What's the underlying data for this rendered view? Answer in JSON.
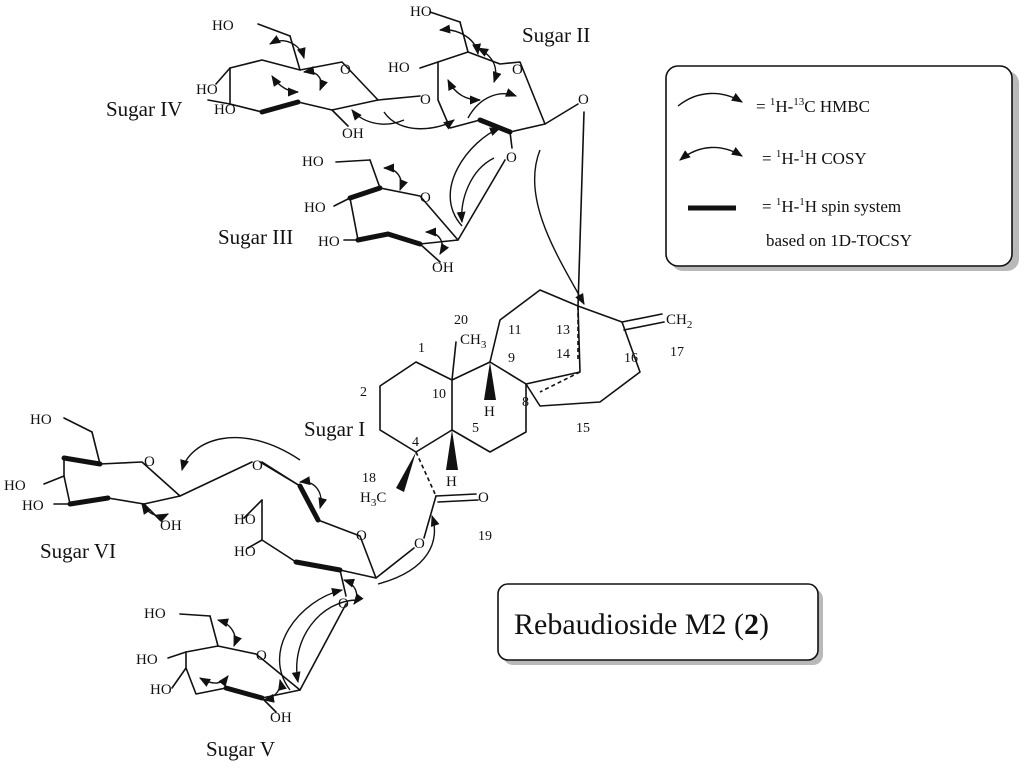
{
  "sugar_labels": {
    "s1": "Sugar I",
    "s2": "Sugar II",
    "s3": "Sugar III",
    "s4": "Sugar IV",
    "s5": "Sugar V",
    "s6": "Sugar VI"
  },
  "atoms": {
    "ho": "HO",
    "oh": "OH",
    "o": "O",
    "h": "H",
    "ch3": "CH",
    "ch3_sub": "3",
    "ch2": "CH",
    "ch2_sub": "2",
    "h3c": "H",
    "h3c_sub": "3",
    "h3c_c": "C"
  },
  "carbon_numbers": [
    "1",
    "2",
    "4",
    "5",
    "8",
    "9",
    "10",
    "11",
    "13",
    "14",
    "15",
    "16",
    "17",
    "18",
    "19",
    "20"
  ],
  "legend": {
    "hmbc_pre": "= ",
    "hmbc_sup1": "1",
    "hmbc_mid": "H-",
    "hmbc_sup2": "13",
    "hmbc_post": "C HMBC",
    "cosy_pre": "= ",
    "cosy_sup1": "1",
    "cosy_mid": "H-",
    "cosy_sup2": "1",
    "cosy_post": "H COSY",
    "tocsy_pre": "= ",
    "tocsy_sup1": "1",
    "tocsy_mid": "H-",
    "tocsy_sup2": "1",
    "tocsy_post": "H spin system",
    "tocsy_line2": "based on 1D-TOCSY"
  },
  "compound": {
    "name": "Rebaudioside M2 (",
    "number": "2",
    "close": ")"
  }
}
